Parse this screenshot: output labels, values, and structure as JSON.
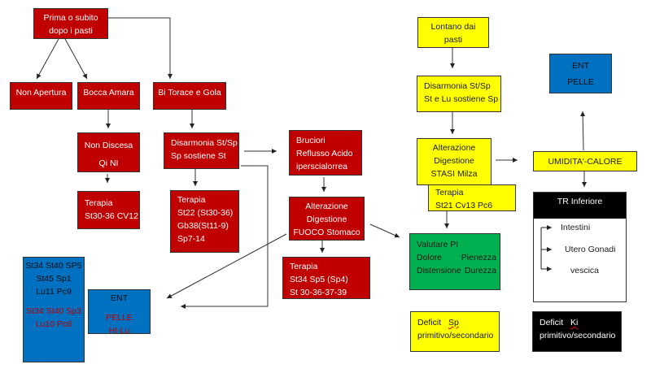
{
  "colors": {
    "red": "#c00000",
    "yellow": "#ffff00",
    "blue": "#0070c0",
    "green": "#00b050",
    "black": "#000000"
  },
  "left_branch": {
    "root": {
      "lines": [
        "Prima o subito",
        "dopo i pasti"
      ]
    },
    "non_apertura": {
      "lines": [
        "Non Apertura"
      ]
    },
    "bocca_amara": {
      "lines": [
        "Bocca Amara"
      ]
    },
    "bi_torace": {
      "lines": [
        "Bi Torace e Gola"
      ]
    },
    "non_discesa": {
      "lines": [
        "Non Discesa",
        "Qi NI"
      ]
    },
    "terapia_1": {
      "lines": [
        "Terapia",
        "St30-36 CV12"
      ]
    },
    "disarmonia": {
      "lines": [
        "Disarmonia St/Sp",
        "Sp sostiene St"
      ]
    },
    "terapia_2": {
      "lines": [
        "Terapia",
        "St22 (St30-36)",
        "Gb38(St11-9)",
        "Sp7-14"
      ]
    },
    "bruciori": {
      "lines": [
        "Bruciori",
        "Reflusso Acido",
        "iperscialorrea"
      ]
    },
    "fuoco": {
      "lines": [
        "Alterazione",
        "Digestione",
        "FUOCO Stomaco"
      ]
    },
    "terapia_3": {
      "lines": [
        "Terapia",
        "St34 Sp5 (Sp4)",
        "St 30-36-37-39"
      ]
    },
    "points": {
      "lines_black": [
        "St34 St40 SP5",
        "St45 Sp1",
        "Lu11 Pc9"
      ],
      "lines_red": [
        "St34 St40 Sp3",
        "Lu10 Pc8"
      ]
    },
    "ent_left": {
      "title": "ENT",
      "lines_red": [
        "PELLE",
        "Ht-Lu"
      ]
    }
  },
  "right_branch": {
    "lontano": {
      "lines": [
        "Lontano dai",
        "pasti"
      ]
    },
    "disarmonia": {
      "line1": "Disarmonia St/Sp",
      "line2": "St  e Lu sostiene Sp"
    },
    "stasi": {
      "lines": [
        "Alterazione",
        "Digestione",
        "STASI Milza"
      ]
    },
    "terapia": {
      "lines": [
        "Terapia",
        "St21 Cv13 Pc6"
      ]
    },
    "valutare": {
      "title": "Valutare PI",
      "row1": [
        "Dolore",
        "Pienezza"
      ],
      "row2": [
        "Distensione",
        "Durezza"
      ]
    },
    "deficit_sp": {
      "word": "Deficit",
      "organ": "Sp",
      "line2": "primitivo/secondario"
    },
    "ent_right": {
      "lines": [
        "ENT",
        "PELLE"
      ]
    },
    "umidita": {
      "label": "UMIDITA'-CALORE"
    },
    "tr_inferiore": {
      "title": "TR Inferiore",
      "items": [
        "Intestini",
        "Utero Gonadi",
        "vescica"
      ]
    },
    "deficit_ki": {
      "word": "Deficit",
      "organ": "Ki",
      "line2": "primitivo/secondario"
    }
  }
}
